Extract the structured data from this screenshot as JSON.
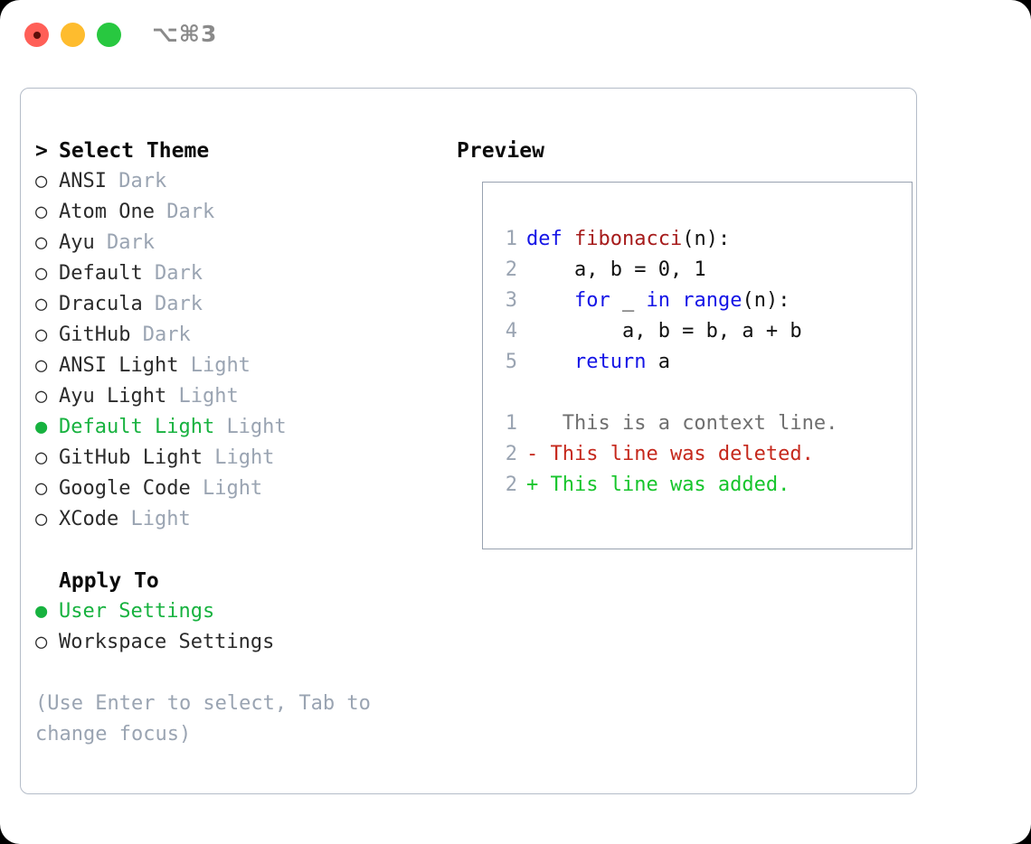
{
  "titlebar": {
    "shortcut": "⌥⌘3",
    "lights": [
      {
        "name": "close",
        "color": "#ff5f57"
      },
      {
        "name": "minimize",
        "color": "#febc2e"
      },
      {
        "name": "maximize",
        "color": "#28c840"
      }
    ]
  },
  "theme_panel": {
    "heading_marker": ">",
    "heading": "Select Theme",
    "unselected_marker": "○",
    "selected_marker": "●",
    "items": [
      {
        "name": "ANSI",
        "variant": "Dark",
        "selected": false
      },
      {
        "name": "Atom One",
        "variant": "Dark",
        "selected": false
      },
      {
        "name": "Ayu",
        "variant": "Dark",
        "selected": false
      },
      {
        "name": "Default",
        "variant": "Dark",
        "selected": false
      },
      {
        "name": "Dracula",
        "variant": "Dark",
        "selected": false
      },
      {
        "name": "GitHub",
        "variant": "Dark",
        "selected": false
      },
      {
        "name": "ANSI Light",
        "variant": "Light",
        "selected": false
      },
      {
        "name": "Ayu Light",
        "variant": "Light",
        "selected": false
      },
      {
        "name": "Default Light",
        "variant": "Light",
        "selected": true
      },
      {
        "name": "GitHub Light",
        "variant": "Light",
        "selected": false
      },
      {
        "name": "Google Code",
        "variant": "Light",
        "selected": false
      },
      {
        "name": "XCode",
        "variant": "Light",
        "selected": false
      }
    ]
  },
  "apply_to": {
    "heading": "Apply To",
    "items": [
      {
        "name": "User Settings",
        "selected": true
      },
      {
        "name": "Workspace Settings",
        "selected": false
      }
    ]
  },
  "hint": "(Use Enter to select, Tab to\nchange focus)",
  "preview": {
    "title": "Preview",
    "code_lines": [
      {
        "number": "1",
        "tokens": [
          {
            "t": "def ",
            "c": "kw"
          },
          {
            "t": "fibonacci",
            "c": "fn"
          },
          {
            "t": "(n):",
            "c": "pl"
          }
        ]
      },
      {
        "number": "2",
        "tokens": [
          {
            "t": "    a, b = 0, 1",
            "c": "pl"
          }
        ]
      },
      {
        "number": "3",
        "tokens": [
          {
            "t": "    ",
            "c": "pl"
          },
          {
            "t": "for",
            "c": "kw"
          },
          {
            "t": " _ ",
            "c": "pl"
          },
          {
            "t": "in",
            "c": "kw"
          },
          {
            "t": " ",
            "c": "pl"
          },
          {
            "t": "range",
            "c": "kw"
          },
          {
            "t": "(n):",
            "c": "pl"
          }
        ]
      },
      {
        "number": "4",
        "tokens": [
          {
            "t": "        a, b = b, a + b",
            "c": "pl"
          }
        ]
      },
      {
        "number": "5",
        "tokens": [
          {
            "t": "    ",
            "c": "pl"
          },
          {
            "t": "return",
            "c": "kw"
          },
          {
            "t": " a",
            "c": "pl"
          }
        ]
      }
    ],
    "diff_lines": [
      {
        "number": "1",
        "marker": " ",
        "text": "  This is a context line.",
        "kind": "ctx"
      },
      {
        "number": "2",
        "marker": "-",
        "text": " This line was deleted.",
        "kind": "del"
      },
      {
        "number": "2",
        "marker": "+",
        "text": " This line was added.",
        "kind": "add"
      }
    ]
  },
  "colors": {
    "accent_green": "#17b23f",
    "dim_gray": "#9aa4b2",
    "keyword_blue": "#1414e6",
    "function_red": "#a61b1b",
    "diff_delete": "#c5281c",
    "diff_add": "#17c52c",
    "panel_border": "#b4bcc8"
  }
}
